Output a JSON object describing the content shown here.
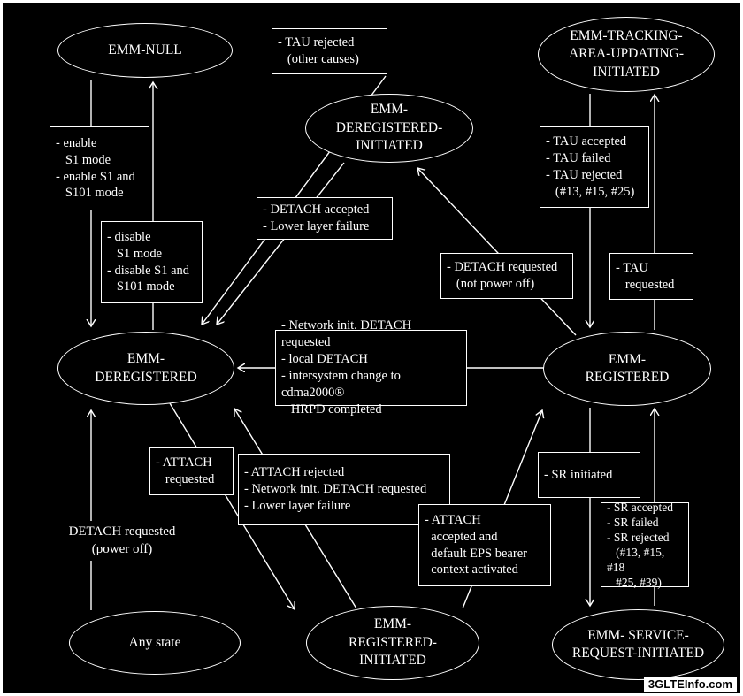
{
  "states": {
    "emm_null": {
      "label": "EMM-NULL"
    },
    "emm_tracking_area_updating_initiated": {
      "label": "EMM-TRACKING-\nAREA-UPDATING-\nINITIATED"
    },
    "emm_deregistered_initiated": {
      "label": "EMM-\nDEREGISTERED-\nINITIATED"
    },
    "emm_deregistered": {
      "label": "EMM-\nDEREGISTERED"
    },
    "emm_registered": {
      "label": "EMM-\nREGISTERED"
    },
    "any_state": {
      "label": "Any state"
    },
    "emm_registered_initiated": {
      "label": "EMM-\nREGISTERED-\nINITIATED"
    },
    "emm_service_request_initiated": {
      "label": "EMM- SERVICE-\nREQUEST-INITIATED"
    }
  },
  "transition_labels": {
    "tau_rejected_other": {
      "text": "- TAU rejected\n   (other causes)"
    },
    "enable_s1": {
      "text": "- enable\n   S1 mode\n- enable S1 and\n   S101 mode"
    },
    "disable_s1": {
      "text": "- disable\n   S1 mode\n- disable S1 and\n   S101 mode"
    },
    "detach_accepted": {
      "text": "- DETACH accepted\n- Lower layer failure"
    },
    "tau_result": {
      "text": "- TAU accepted\n- TAU failed\n- TAU rejected\n   (#13, #15, #25)"
    },
    "detach_requested_not_power_off": {
      "text": "- DETACH requested\n   (not power off)"
    },
    "tau_requested": {
      "text": "- TAU\n   requested"
    },
    "network_detach": {
      "text": "- Network init. DETACH requested\n- local DETACH\n- intersystem change to cdma2000®\n   HRPD completed"
    },
    "attach_requested": {
      "text": "- ATTACH\n   requested"
    },
    "attach_rejected": {
      "text": "- ATTACH rejected\n- Network init. DETACH requested\n- Lower layer failure"
    },
    "attach_accepted": {
      "text": "- ATTACH\n  accepted and\n  default EPS bearer\n  context activated"
    },
    "sr_initiated": {
      "text": "- SR initiated"
    },
    "sr_result": {
      "text": "- SR accepted\n- SR failed\n- SR rejected\n   (#13, #15, #18\n   #25, #39)"
    }
  },
  "free_text": {
    "detach_power_off": {
      "text": "DETACH requested\n(power off)"
    }
  },
  "watermark": {
    "text": "3GLTEInfo.com"
  },
  "colors": {
    "background": "#000000",
    "line": "#ffffff",
    "text": "#ffffff",
    "watermark_bg": "#ffffff",
    "watermark_text": "#000000"
  }
}
